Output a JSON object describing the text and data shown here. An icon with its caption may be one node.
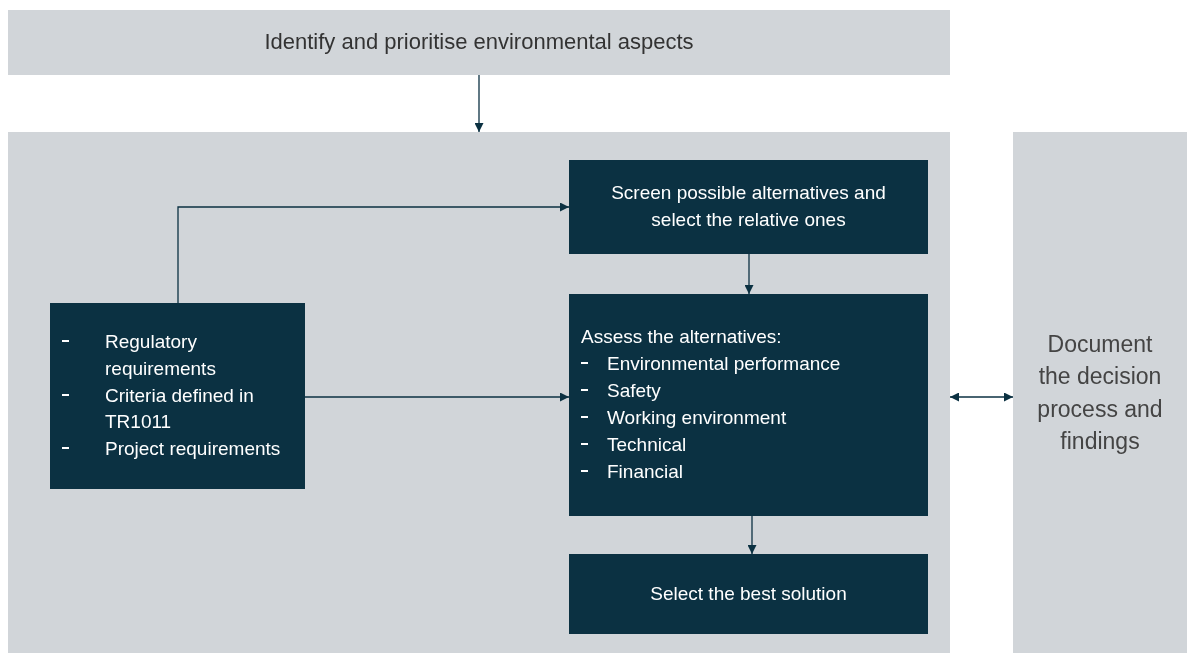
{
  "diagram": {
    "nodes": [
      {
        "text": [
          "Identify and prioritise environmental aspects"
        ]
      },
      {
        "text": [],
        "shape": "box"
      },
      {
        "text": [
          "Regulatory requirements",
          "Criteria defined in TR1011",
          "Project requirements"
        ],
        "in": 1
      },
      {
        "text": [
          "Screen possible alternatives and select the relative ones"
        ],
        "in": 1
      },
      {
        "text": [
          "Assess the alternatives:",
          "Environmental performance",
          "Safety",
          "Working environment",
          "Technical",
          "Financial"
        ],
        "in": 1
      },
      {
        "text": [
          "Select the best solution"
        ],
        "in": 1
      },
      {
        "text": [
          "Document the decision process and findings"
        ]
      }
    ],
    "edges": [
      {
        "from": 0,
        "to": 1,
        "arrow": "to"
      },
      {
        "from": 2,
        "to": 3,
        "arrow": "to"
      },
      {
        "from": 2,
        "to": 4,
        "arrow": "to"
      },
      {
        "from": 3,
        "to": 4,
        "arrow": "to"
      },
      {
        "from": 4,
        "to": 5,
        "arrow": "to"
      },
      {
        "from": 1,
        "to": 6,
        "arrow": "both"
      }
    ]
  }
}
